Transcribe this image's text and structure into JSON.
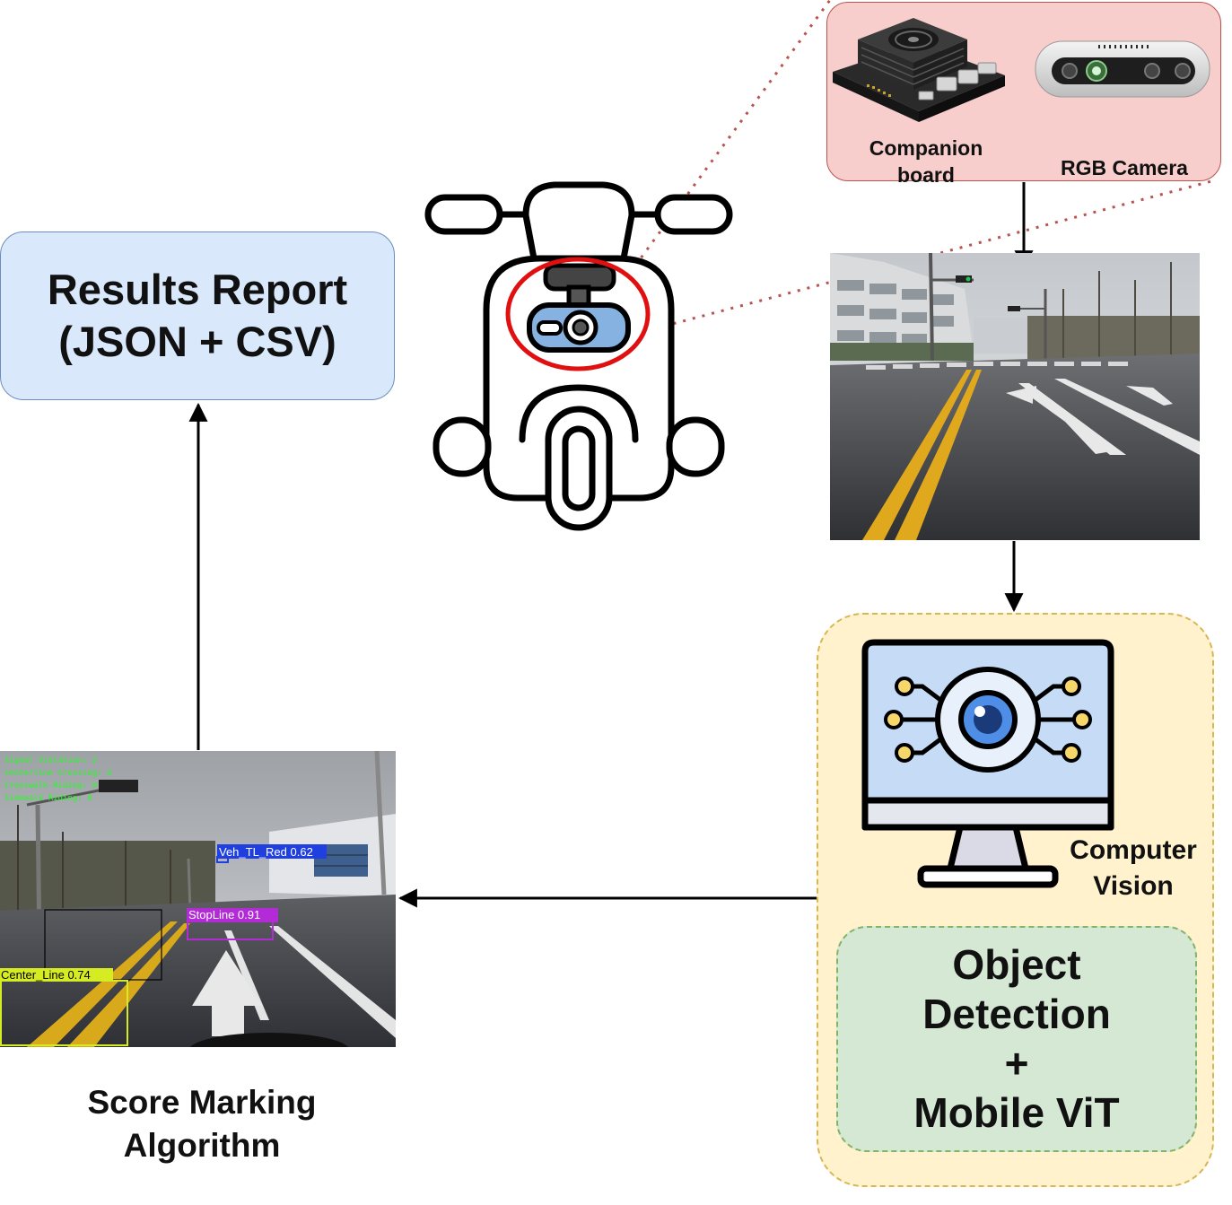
{
  "results_report": {
    "line1": "Results Report",
    "line2": "(JSON + CSV)"
  },
  "hardware": {
    "companion_label_line1": "Companion",
    "companion_label_line2": "board",
    "camera_label": "RGB Camera"
  },
  "computer_vision": {
    "label_line1": "Computer",
    "label_line2": "Vision",
    "object_detection": {
      "line1": "Object",
      "line2": "Detection",
      "line3": "+",
      "line4": "Mobile ViT"
    }
  },
  "score_marking": {
    "line1": "Score Marking",
    "line2": "Algorithm"
  },
  "detection_frame": {
    "hud": [
      "Signal Violation: 2",
      "Centerline Crossing: 4",
      "Crosswalk Riding: 0",
      "Sidewalk Riding: 0"
    ],
    "detections": [
      "Veh_TL_Red 0.62",
      "StopLine 0.91",
      "Center_Line 0.74"
    ]
  },
  "colors": {
    "results_fill": "#dae8fc",
    "hardware_fill": "#f8cecc",
    "cv_fill": "#fff2cc",
    "od_fill": "#d5e8d4",
    "highlight_ring": "#e01010",
    "dotted_line": "#b85450"
  },
  "icons": [
    "scooter-icon",
    "dashcam-icon",
    "companion-board-icon",
    "rgb-camera-icon",
    "monitor-eye-icon"
  ]
}
